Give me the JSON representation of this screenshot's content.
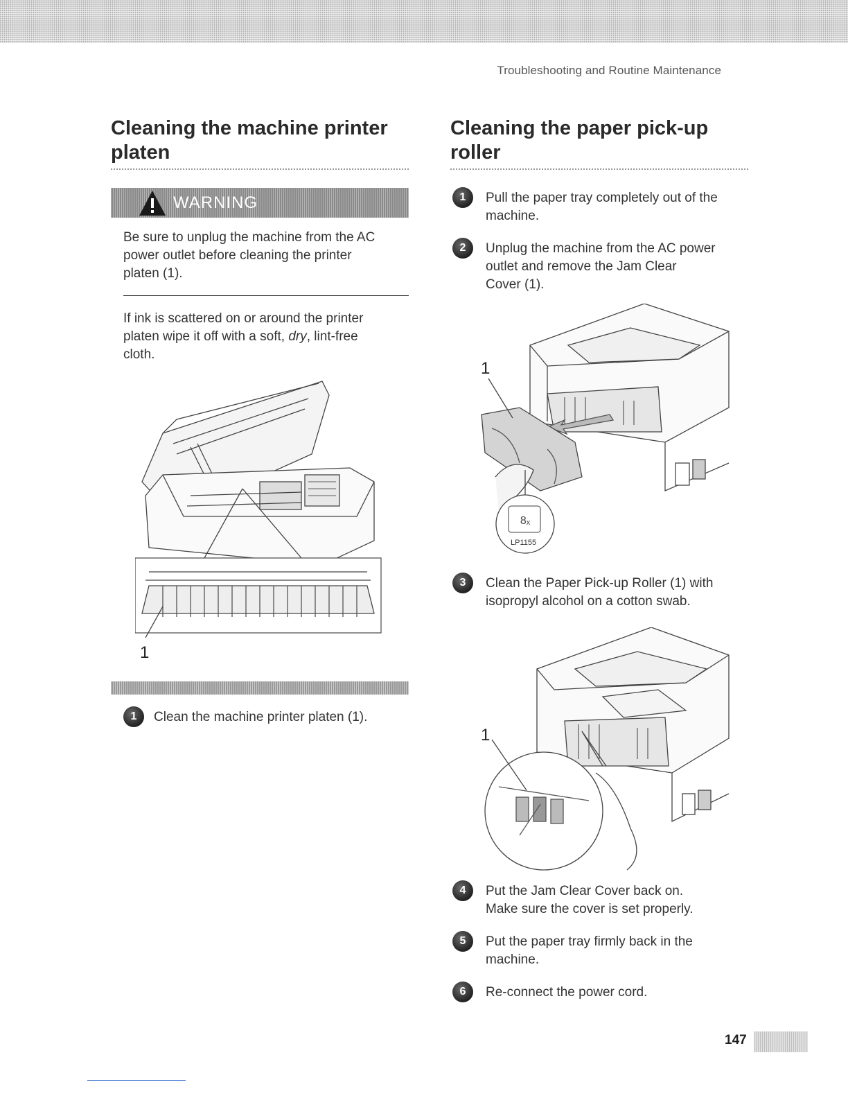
{
  "header": {
    "running_title": "Troubleshooting and Routine Maintenance"
  },
  "left": {
    "title_line1": "Cleaning the machine printer",
    "title_line2": "platen",
    "warning_label": "WARNING",
    "warning_text_1": "Be sure to unplug the machine from the AC",
    "warning_text_2": "power outlet before cleaning the printer",
    "warning_text_3": "platen (1).",
    "intro_1": "If ink is scattered on or around the printer",
    "intro_2_a": "platen wipe it off with a soft, ",
    "intro_2_em": "dry",
    "intro_2_b": ", lint-free",
    "intro_3": "cloth.",
    "figure_callout": "1",
    "steps": [
      {
        "num": "1",
        "text": "Clean the machine printer platen (1)."
      }
    ]
  },
  "right": {
    "title_line1": "Cleaning the paper pick-up",
    "title_line2": "roller",
    "steps": [
      {
        "num": "1",
        "line1": "Pull the paper tray completely out of the",
        "line2": "machine.",
        "line3": ""
      },
      {
        "num": "2",
        "line1": "Unplug the machine from the AC power",
        "line2": "outlet and remove the Jam Clear",
        "line3": "Cover (1)."
      },
      {
        "num": "3",
        "line1": "Clean the Paper Pick-up Roller (1) with",
        "line2": "isopropyl alcohol on a cotton swab.",
        "line3": ""
      },
      {
        "num": "4",
        "line1": "Put the Jam Clear Cover back on.",
        "line2": "Make sure the cover is set properly.",
        "line3": ""
      },
      {
        "num": "5",
        "line1": "Put the paper tray firmly back in the",
        "line2": "machine.",
        "line3": ""
      },
      {
        "num": "6",
        "line1": "Re-connect the power cord.",
        "line2": "",
        "line3": ""
      }
    ],
    "figure1_callout": "1",
    "figure1_badge": "LP1155",
    "figure2_callout": "1"
  },
  "footer": {
    "page_number": "147"
  }
}
